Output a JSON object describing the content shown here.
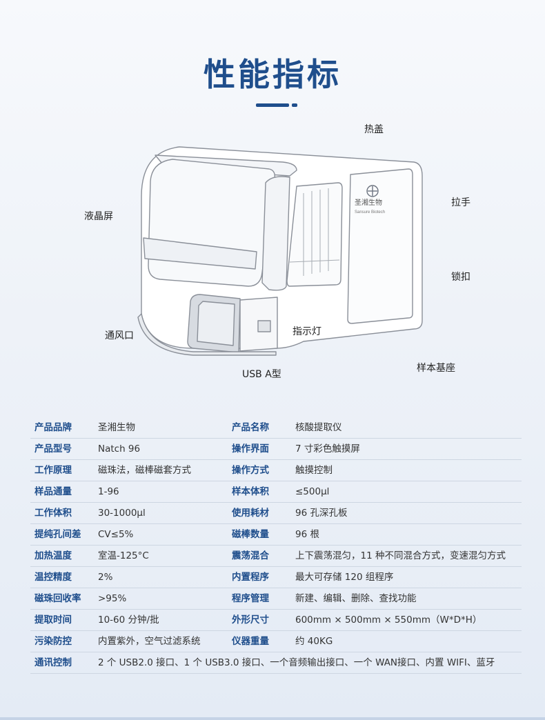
{
  "page": {
    "title": "性能指标"
  },
  "callouts": {
    "hot_lid": "热盖",
    "handle": "拉手",
    "lcd": "液晶屏",
    "lock": "锁扣",
    "vent": "通风口",
    "indicator": "指示灯",
    "usb": "USB A型",
    "sample_base": "样本基座"
  },
  "device": {
    "logo_text": "圣湘生物",
    "logo_subtext": "Sansure Biotech"
  },
  "specs": [
    {
      "k1": "产品品牌",
      "v1": "圣湘生物",
      "k2": "产品名称",
      "v2": "核酸提取仪"
    },
    {
      "k1": "产品型号",
      "v1": "Natch 96",
      "k2": "操作界面",
      "v2": "7 寸彩色触摸屏"
    },
    {
      "k1": "工作原理",
      "v1": "磁珠法，磁棒磁套方式",
      "k2": "操作方式",
      "v2": "触摸控制"
    },
    {
      "k1": "样品通量",
      "v1": "1-96",
      "k2": "样本体积",
      "v2": "≤500μl"
    },
    {
      "k1": "工作体积",
      "v1": "30-1000μl",
      "k2": "使用耗材",
      "v2": "96 孔深孔板"
    },
    {
      "k1": "提纯孔间差",
      "v1": "CV≤5%",
      "k2": "磁棒数量",
      "v2": "96 根"
    },
    {
      "k1": "加热温度",
      "v1": "室温-125°C",
      "k2": "震荡混合",
      "v2": "上下震荡混匀，11 种不同混合方式，变速混匀方式"
    },
    {
      "k1": "温控精度",
      "v1": "2%",
      "k2": "内置程序",
      "v2": "最大可存储 120 组程序"
    },
    {
      "k1": "磁珠回收率",
      "v1": " >95%",
      "k2": "程序管理",
      "v2": "新建、编辑、删除、查找功能"
    },
    {
      "k1": "提取时间",
      "v1": "10-60 分钟/批",
      "k2": "外形尺寸",
      "v2": "600mm × 500mm × 550mm（W*D*H）"
    },
    {
      "k1": "污染防控",
      "v1": "内置紫外，空气过滤系统",
      "k2": "仪器重量",
      "v2": "约 40KG"
    },
    {
      "k1": "通讯控制",
      "v1": "2 个 USB2.0 接口、1 个 USB3.0 接口、一个音频输出接口、一个 WAN接口、内置 WIFI、蓝牙",
      "k2": "",
      "v2": ""
    }
  ],
  "colors": {
    "accent": "#1f4e8c",
    "line": "#cdd6e2"
  }
}
